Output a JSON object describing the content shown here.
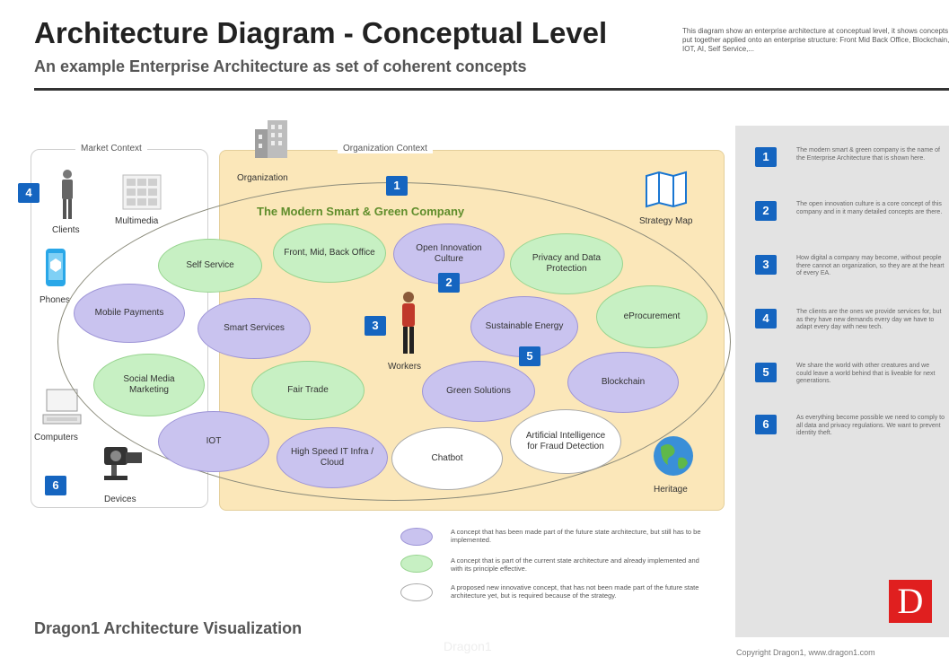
{
  "header": {
    "title": "Architecture Diagram - Conceptual Level",
    "subtitle": "An example Enterprise Architecture as set of coherent concepts",
    "description": "This diagram show an enterprise architecture at conceptual level, it shows concepts put together applied onto an enterprise structure: Front Mid Back Office, Blockchain, IOT, AI, Self Service,..."
  },
  "market": {
    "title": "Market Context",
    "clients": "Clients",
    "multimedia": "Multimedia",
    "phones": "Phones",
    "computers": "Computers",
    "devices": "Devices"
  },
  "organization": {
    "title": "Organization Context",
    "organization_label": "Organization",
    "company": "The Modern Smart & Green Company",
    "strategy_map": "Strategy Map",
    "workers": "Workers",
    "heritage": "Heritage"
  },
  "badges": [
    "1",
    "2",
    "3",
    "4",
    "5",
    "6"
  ],
  "concepts": {
    "self_service": "Self Service",
    "front_mid_back": "Front, Mid, Back Office",
    "open_innovation": "Open Innovation Culture",
    "privacy": "Privacy and Data Protection",
    "mobile_payments": "Mobile Payments",
    "smart_services": "Smart Services",
    "sustainable_energy": "Sustainable Energy",
    "eprocurement": "eProcurement",
    "social_media": "Social Media Marketing",
    "fair_trade": "Fair Trade",
    "green_solutions": "Green Solutions",
    "blockchain": "Blockchain",
    "iot": "IOT",
    "high_speed": "High Speed IT Infra / Cloud",
    "chatbot": "Chatbot",
    "ai_fraud": "Artificial Intelligence for Fraud Detection"
  },
  "side_notes": [
    {
      "num": "1",
      "text": "The modern smart & green company is the name of the Enterprise Architecture that is shown here."
    },
    {
      "num": "2",
      "text": "The open innovation culture is a core concept of this company and in it many detailed concepts are there."
    },
    {
      "num": "3",
      "text": "How digital a company may become, without people there cannot an organization, so they are at the heart of every EA."
    },
    {
      "num": "4",
      "text": "The clients are the ones we provide services for, but as they have new demands every day we have to adapt every day with new tech."
    },
    {
      "num": "5",
      "text": "We share the world with other creatures and we could leave a world behind that is liveable for next generations."
    },
    {
      "num": "6",
      "text": "As everything become possible we need to comply to all data and privacy regulations. We want to prevent identity theft."
    }
  ],
  "legend": [
    {
      "text": "A concept that has been made part of the future state architecture, but still has to be implemented."
    },
    {
      "text": "A concept that is part of the current state architecture and already implemented and with its principle effective."
    },
    {
      "text": "A proposed new innovative concept, that has not been made part of the future state architecture yet, but is required because of the strategy."
    }
  ],
  "footer": {
    "title": "Dragon1 Architecture Visualization",
    "copyright": "Copyright Dragon1, www.dragon1.com",
    "logo_letter": "D",
    "watermark": "Dragon1"
  },
  "colors": {
    "purple": "#c9c3ef",
    "green": "#c7f0c3",
    "org_background": "#fbe7b9",
    "badge": "#1565c0",
    "logo": "#e01f1f"
  }
}
